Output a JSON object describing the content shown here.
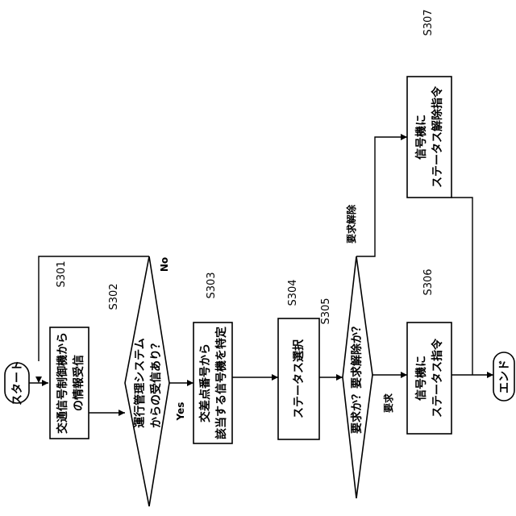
{
  "flowchart": {
    "start": "スタート",
    "end": "エンド",
    "s301": {
      "id": "S301",
      "line1": "交通信号制御機から",
      "line2": "の情報受信"
    },
    "s302": {
      "id": "S302",
      "line1": "運行管理システム",
      "line2": "からの受信あり？",
      "yes": "Yes",
      "no": "No"
    },
    "s303": {
      "id": "S303",
      "line1": "交差点番号から",
      "line2": "該当する信号機を特定"
    },
    "s304": {
      "id": "S304",
      "line1": "ステータス選択"
    },
    "s305": {
      "id": "S305",
      "line1": "要求か？要求解除か？",
      "branch_request": "要求",
      "branch_release": "要求解除"
    },
    "s306": {
      "id": "S306",
      "line1": "信号機に",
      "line2": "ステータス指令"
    },
    "s307": {
      "id": "S307",
      "line1": "信号機に",
      "line2": "ステータス解除指令"
    }
  }
}
